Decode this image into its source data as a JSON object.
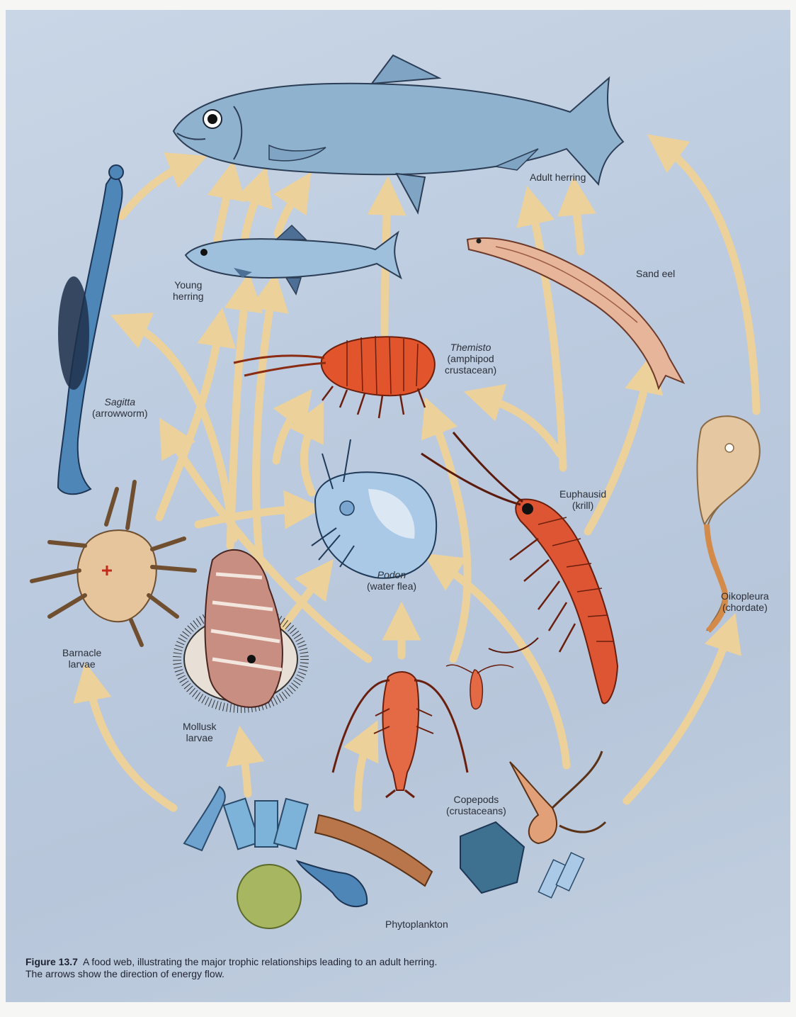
{
  "labels": {
    "adult_herring": "Adult herring",
    "young_herring": [
      "Young",
      "herring"
    ],
    "sand_eel": "Sand eel",
    "themisto": [
      "Themisto",
      "(amphipod",
      "crustacean)"
    ],
    "sagitta": [
      "Sagitta",
      "(arrowworm)"
    ],
    "euphausid": [
      "Euphausid",
      "(krill)"
    ],
    "podon": [
      "Podon",
      "(water flea)"
    ],
    "oikopleura": [
      "Oikopleura",
      "(chordate)"
    ],
    "barnacle_larvae": [
      "Barnacle",
      "larvae"
    ],
    "mollusk_larvae": [
      "Mollusk",
      "larvae"
    ],
    "copepods": [
      "Copepods",
      "(crustaceans)"
    ],
    "phytoplankton": "Phytoplankton"
  },
  "caption": {
    "figure_number": "Figure 13.7",
    "line1": "A food web, illustrating the major trophic relationships leading to an adult herring.",
    "line2": "The arrows show the direction of energy flow."
  },
  "colors": {
    "arrow": "#ecd19a",
    "adult_herring": "#8fb2cf",
    "young_herring": "#9ec0dc",
    "sand_eel": "#e6b59a",
    "themisto": "#e2542b",
    "krill": "#dd5532",
    "copepod": "#e46a45",
    "sagitta": "#4f86b8",
    "podon": "#a9c9e6",
    "oikopleura": "#e5c8a2",
    "mollusk": "#c98e82"
  },
  "food_web_links": [
    {
      "from": "Sagitta (arrowworm)",
      "to": "Adult herring"
    },
    {
      "from": "Young herring",
      "to": "Adult herring"
    },
    {
      "from": "Themisto (amphipod crustacean)",
      "to": "Adult herring"
    },
    {
      "from": "Euphausid (krill)",
      "to": "Adult herring"
    },
    {
      "from": "Sand eel",
      "to": "Adult herring"
    },
    {
      "from": "Oikopleura (chordate)",
      "to": "Adult herring"
    },
    {
      "from": "Euphausid (krill)",
      "to": "Sand eel"
    },
    {
      "from": "Euphausid (krill)",
      "to": "Themisto (amphipod crustacean)"
    },
    {
      "from": "Podon (water flea)",
      "to": "Themisto (amphipod crustacean)"
    },
    {
      "from": "Copepods (crustaceans)",
      "to": "Themisto (amphipod crustacean)"
    },
    {
      "from": "Copepods (crustaceans)",
      "to": "Young herring"
    },
    {
      "from": "Barnacle larvae",
      "to": "Young herring"
    },
    {
      "from": "Mollusk larvae",
      "to": "Young herring"
    },
    {
      "from": "Copepods (crustaceans)",
      "to": "Sagitta (arrowworm)"
    },
    {
      "from": "Mollusk larvae",
      "to": "Sagitta (arrowworm)"
    },
    {
      "from": "Barnacle larvae",
      "to": "Podon (water flea)"
    },
    {
      "from": "Mollusk larvae",
      "to": "Podon (water flea)"
    },
    {
      "from": "Phytoplankton",
      "to": "Copepods (crustaceans)"
    },
    {
      "from": "Phytoplankton",
      "to": "Barnacle larvae"
    },
    {
      "from": "Phytoplankton",
      "to": "Mollusk larvae"
    },
    {
      "from": "Phytoplankton",
      "to": "Oikopleura (chordate)"
    },
    {
      "from": "Phytoplankton",
      "to": "Euphausid (krill)"
    }
  ]
}
